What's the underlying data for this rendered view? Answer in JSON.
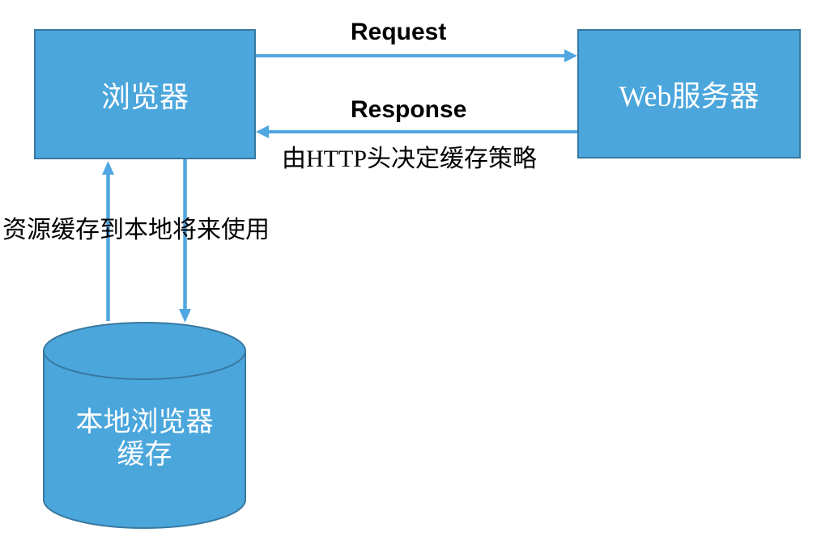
{
  "diagram": {
    "nodes": {
      "browser": {
        "label": "浏览器"
      },
      "web_server": {
        "label": "Web服务器"
      },
      "local_cache": {
        "lines": [
          "本地浏览器",
          "缓存"
        ]
      }
    },
    "edges": {
      "request_label": "Request",
      "response_label": "Response",
      "response_note": "由HTTP头决定缓存策略",
      "cache_note": "资源缓存到本地将来使用"
    },
    "colors": {
      "node_fill": "#4BA6DC",
      "node_border": "#38799F",
      "arrow": "#50A7E2",
      "note_text": "#000000",
      "node_text": "#FFFFFF",
      "background": "#FFFFFF"
    }
  }
}
